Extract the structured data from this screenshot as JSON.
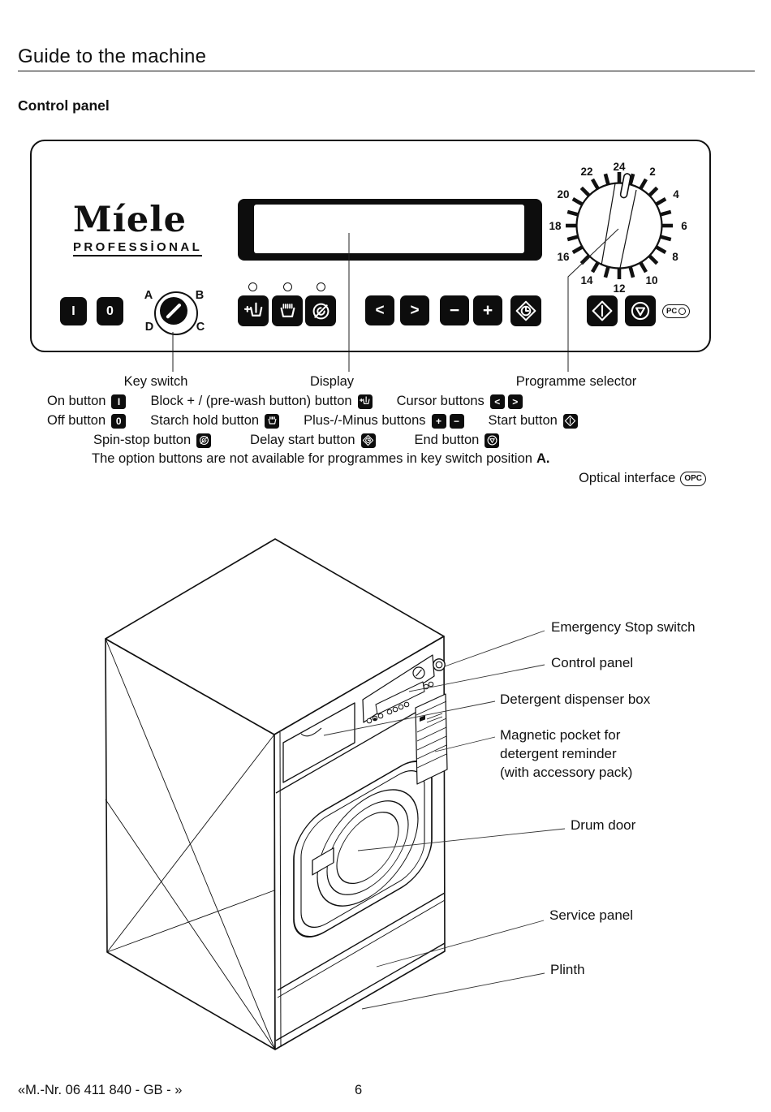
{
  "page": {
    "title": "Guide to the machine",
    "section": "Control panel",
    "footer_left": "«M.-Nr. 06 411 840 - GB - »",
    "page_number": "6"
  },
  "panel": {
    "brand": {
      "name": "Míele",
      "sub": "PROFESSİONAL"
    },
    "on_label": "I",
    "off_label": "0",
    "key_positions": {
      "a": "A",
      "b": "B",
      "c": "C",
      "d": "D"
    },
    "glyphs": {
      "left": "<",
      "right": ">",
      "minus": "−",
      "plus": "+"
    },
    "pc_badge": "PC",
    "dial": {
      "labels": [
        "24",
        "2",
        "4",
        "6",
        "8",
        "10",
        "12",
        "14",
        "16",
        "18",
        "20",
        "22"
      ]
    }
  },
  "captions": {
    "key_switch": "Key switch",
    "display": "Display",
    "programme_selector": "Programme selector",
    "on_button": "On button",
    "block_prewash": "Block + / (pre-wash button) button",
    "cursor_buttons": "Cursor buttons",
    "off_button": "Off button",
    "starch_hold": "Starch hold button",
    "plus_minus": "Plus-/-Minus buttons",
    "start_button": "Start button",
    "spin_stop": "Spin-stop button",
    "delay_start": "Delay start button",
    "end_button": "End button",
    "note_text": "The option buttons are not available for programmes in key switch position",
    "note_bold": "A.",
    "optical_interface": "Optical interface",
    "opc_badge": "OPC"
  },
  "machine_labels": {
    "emergency": "Emergency Stop switch",
    "control_panel": "Control panel",
    "detergent": "Detergent dispenser box",
    "magnetic_1": "Magnetic pocket for",
    "magnetic_2": "detergent reminder",
    "magnetic_3": "(with accessory pack)",
    "drum_door": "Drum door",
    "service_panel": "Service panel",
    "plinth": "Plinth"
  }
}
